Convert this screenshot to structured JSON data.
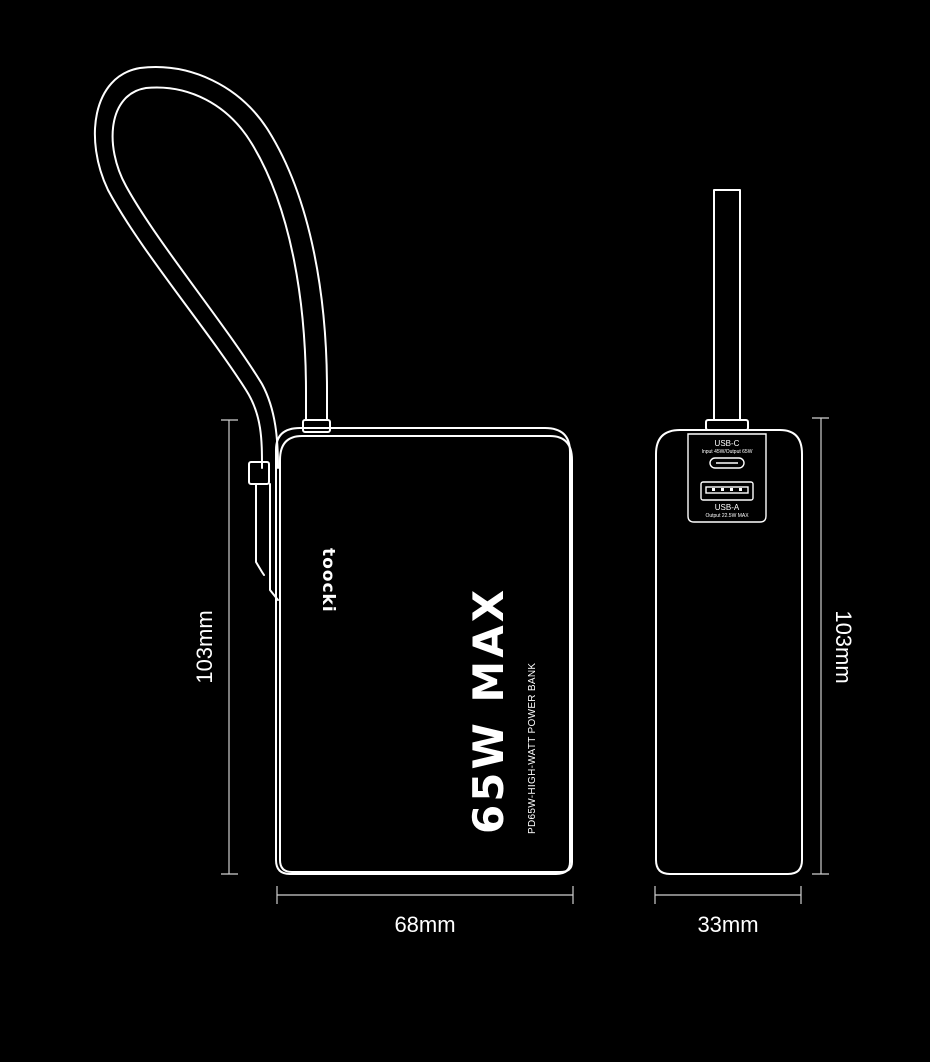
{
  "brand": "toocki",
  "model": {
    "headline": "65W MAX",
    "subline": "PD65W-HIGH-WATT POWER BANK"
  },
  "ports": {
    "usb_c_label": "USB-C",
    "usb_c_spec": "Input 45W/Output 65W",
    "usb_a_label": "USB-A",
    "usb_a_spec": "Output 22.5W MAX"
  },
  "dimensions": {
    "front_height": "103mm",
    "front_width": "68mm",
    "side_height": "103mm",
    "side_depth": "33mm"
  },
  "colors": {
    "background": "#000000",
    "outline": "#ffffff"
  }
}
